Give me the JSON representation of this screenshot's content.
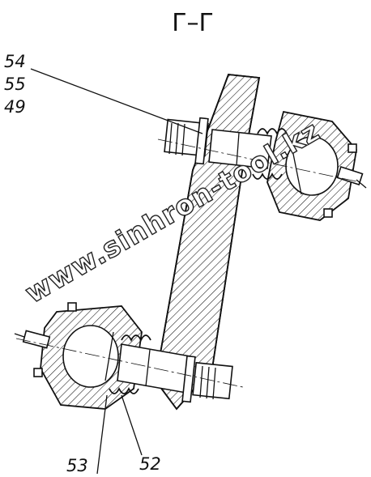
{
  "section_title": "Г–Г",
  "callouts": {
    "top_left": [
      "54",
      "55",
      "49"
    ],
    "bottom_left": "53",
    "bottom_right": "52"
  },
  "watermark": "www.sinhron-tool.kz"
}
